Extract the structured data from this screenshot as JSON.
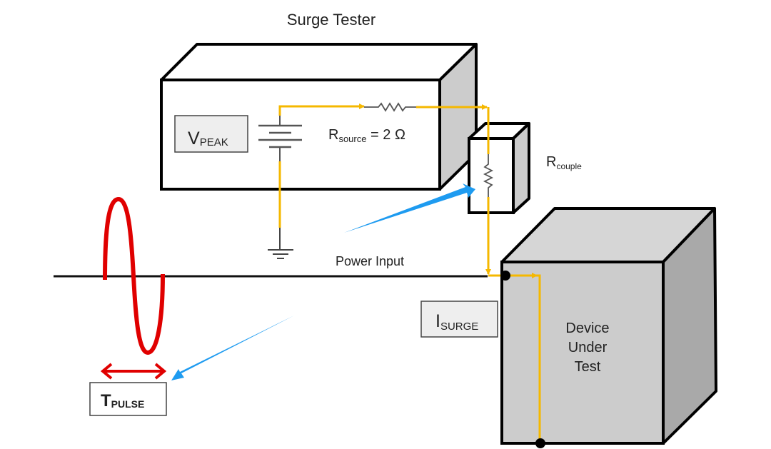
{
  "title": "Surge Tester",
  "labels": {
    "vpeak": {
      "main": "V",
      "sub": "PEAK"
    },
    "rsource": {
      "main": "R",
      "sub": "source",
      "suffix": " = 2 Ω"
    },
    "rcouple": {
      "main": "R",
      "sub": "couple"
    },
    "power_input": "Power Input",
    "isurge": {
      "main": "I",
      "sub": "SURGE"
    },
    "tpulse": {
      "main": "T",
      "sub": "PULSE"
    },
    "dut": [
      "Device",
      "Under",
      "Test"
    ]
  },
  "colors": {
    "wire": "#f5b800",
    "pulse": "#e00000",
    "pointer": "#1e9bf0",
    "box_face": "#d3d3d3",
    "box_side": "#a9a9a9",
    "label_box": "#eeeeee"
  }
}
